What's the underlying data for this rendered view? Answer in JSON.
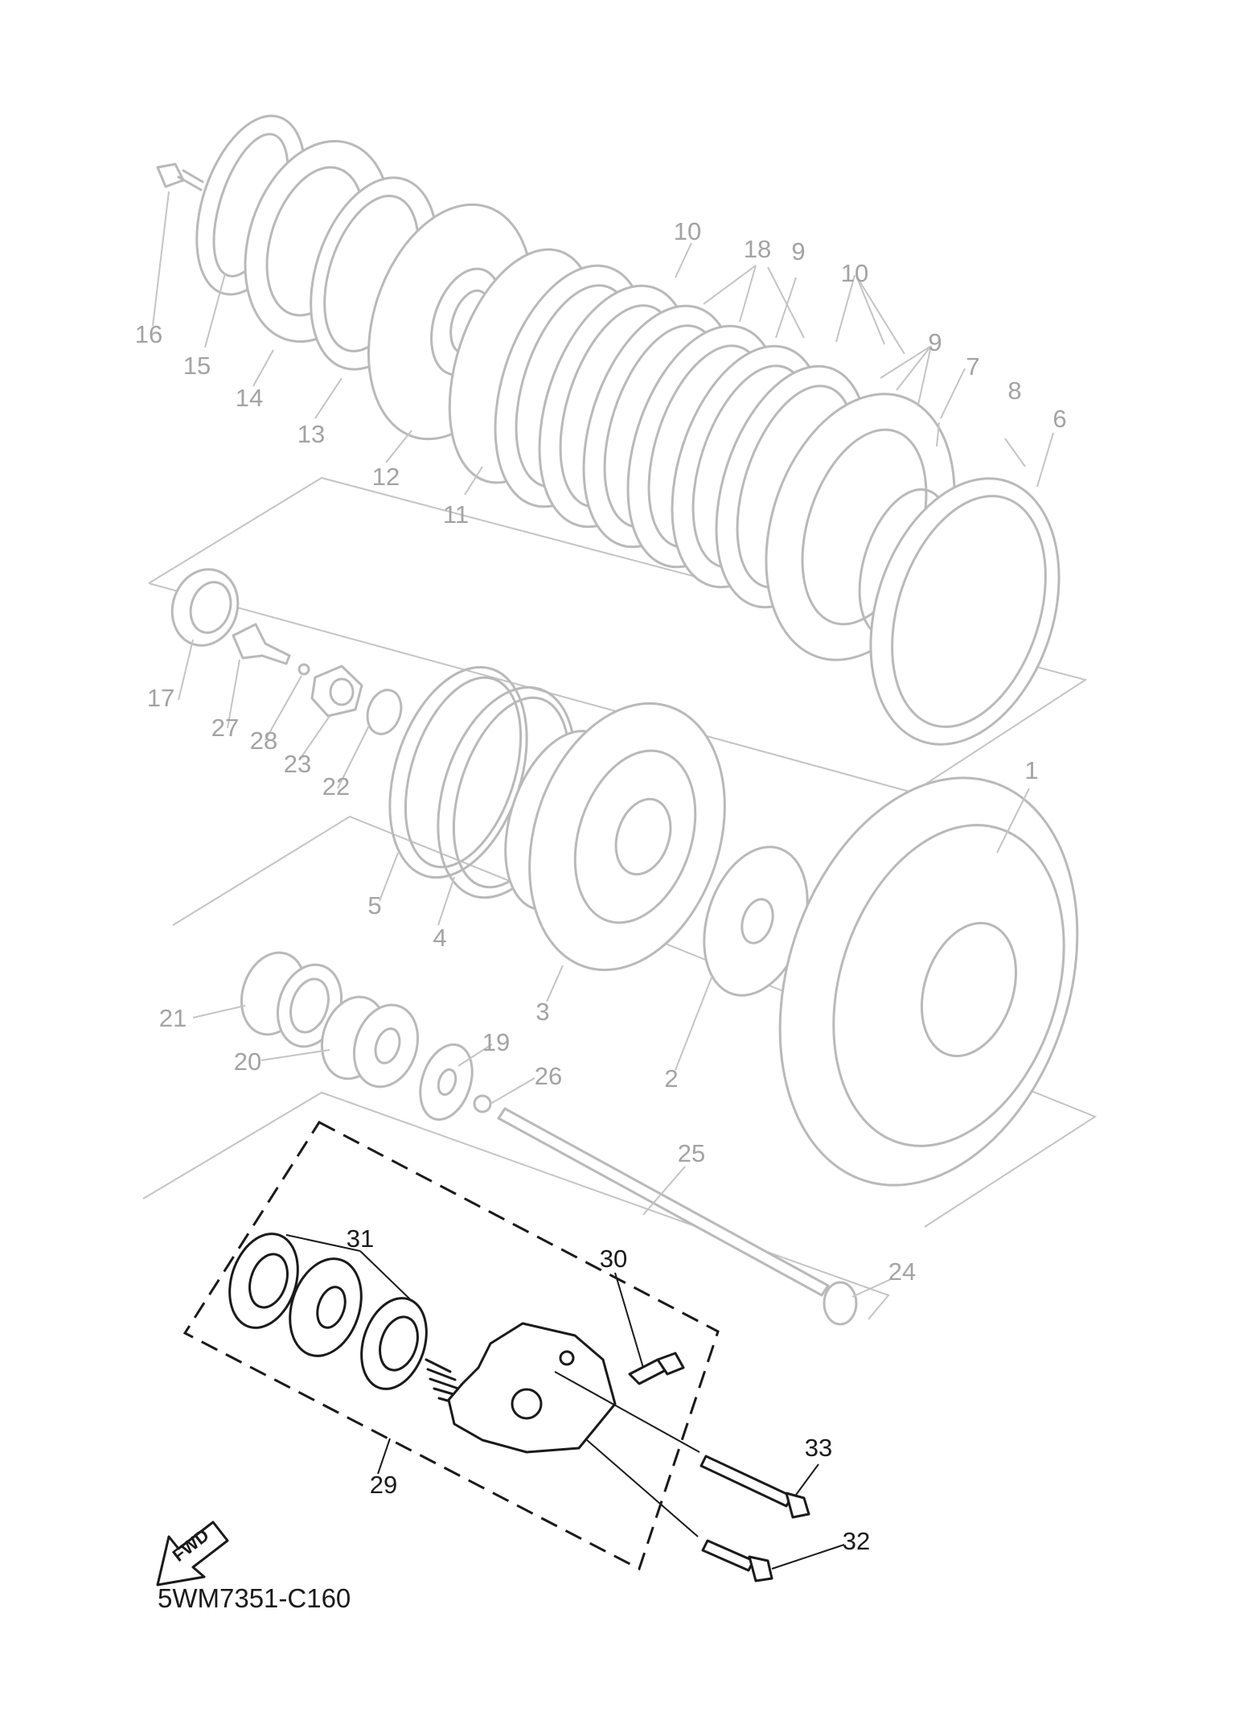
{
  "diagram_code": "5WM7351-C160",
  "direction_label": "FWD",
  "colors": {
    "faded_parts": "#b9b9b9",
    "highlighted_parts": "#1a1a1a",
    "background": "#ffffff"
  },
  "callouts_faded": [
    "1",
    "2",
    "3",
    "4",
    "5",
    "6",
    "7",
    "8",
    "9",
    "9",
    "10",
    "10",
    "11",
    "12",
    "13",
    "14",
    "15",
    "16",
    "17",
    "18",
    "19",
    "20",
    "21",
    "22",
    "23",
    "24",
    "25",
    "26",
    "27",
    "28"
  ],
  "callouts_dark": [
    "29",
    "30",
    "31",
    "32",
    "33"
  ]
}
